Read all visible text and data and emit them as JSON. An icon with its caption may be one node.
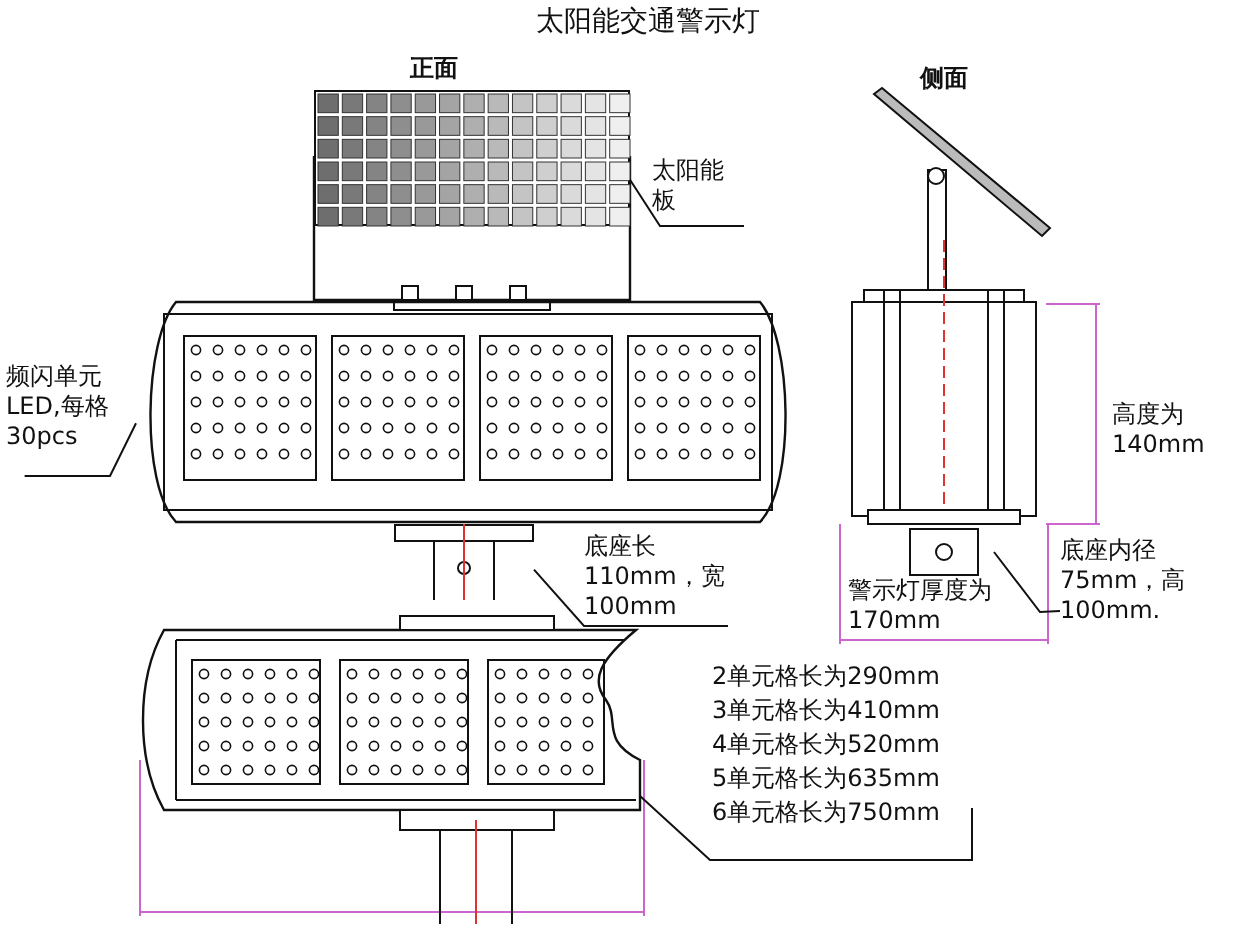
{
  "diagram": {
    "title": "太阳能交通警示灯",
    "nodes": [
      {
        "text": [
          "太阳能板"
        ]
      },
      {
        "text": [],
        "shape": "picture"
      },
      {
        "text": [
          "频闪单元LED,每格30pcs"
        ]
      },
      {
        "text": [],
        "shape": "picture"
      },
      {
        "text": [
          "底座长110mm，宽100mm"
        ]
      },
      {
        "text": [],
        "shape": "picture"
      },
      {
        "text": [
          "底座内径75mm，高100mm."
        ]
      },
      {
        "text": [],
        "shape": "picture"
      },
      {
        "text": [
          "2单元格长为290mm",
          "3单元格长为410mm",
          "4单元格长为520mm",
          "5单元格长为635mm",
          "6单元格长为750mm"
        ]
      },
      {
        "text": [],
        "shape": "picture"
      }
    ],
    "edges": [
      {
        "from": 0,
        "to": 1,
        "arrow": "none"
      },
      {
        "from": 2,
        "to": 3,
        "arrow": "none"
      },
      {
        "from": 4,
        "to": 5,
        "arrow": "none"
      },
      {
        "from": 6,
        "to": 7,
        "arrow": "none"
      },
      {
        "from": 8,
        "to": 9,
        "arrow": "none"
      }
    ],
    "labels": [
      "正面",
      "侧面",
      "高度为140mm",
      "警示灯厚度为170mm"
    ]
  }
}
